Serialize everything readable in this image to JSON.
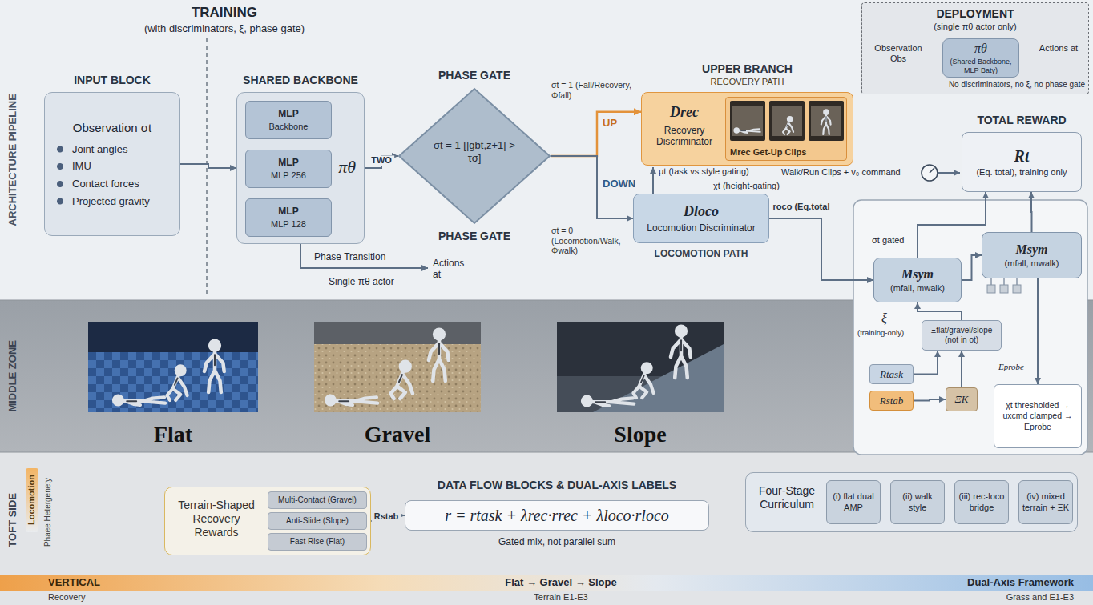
{
  "diagram": {
    "nodes": [
      {
        "text": [
          "INPUT BLOCK",
          "Observation σt",
          "Joint angles",
          "IMU",
          "Contact forces",
          "Projected gravity"
        ]
      },
      {
        "text": [
          "SHARED BACKBONE",
          "πθ"
        ]
      },
      {
        "text": [
          "MLP",
          "Backbone"
        ],
        "in": 1
      },
      {
        "text": [
          "MLP",
          "MLP 256"
        ],
        "in": 1
      },
      {
        "text": [
          "MLP",
          "MLP 128"
        ],
        "in": 1
      },
      {
        "text": [
          "PHASE GATE",
          "σt = 1 [|gbt,z+1| > τσ]",
          "PHASE GATE"
        ]
      },
      {
        "text": [
          "UPPER BRANCH",
          "RECOVERY PATH",
          "Drec",
          "Recovery Discriminator"
        ]
      },
      {
        "text": [
          "Mrec Get-Up Clips"
        ],
        "in": 6
      },
      {
        "text": [
          "Dloco",
          "Locomotion Discriminator",
          "LOCOMOTION PATH"
        ]
      },
      {
        "text": [
          "DEPLOYMENT",
          "(single πθ actor only)",
          "Observation Obs",
          "Actions at",
          "No discriminators, no ξ, no phase gate"
        ]
      },
      {
        "text": [
          "πθ",
          "(Shared Backbone, MLP Baty)"
        ],
        "in": 9
      },
      {
        "text": [
          "TOTAL REWARD",
          "Rt",
          "(Eq. total), training only"
        ]
      },
      {
        "text": [
          "Msym",
          "(mfall, mwalk)"
        ]
      },
      {
        "text": [
          "Msym",
          "(mfall, mwalk)"
        ]
      },
      {
        "text": [
          "Ξflat/gravel/slope (not in ot)"
        ]
      },
      {
        "text": [
          "Rtask"
        ]
      },
      {
        "text": [
          "Rstab"
        ]
      },
      {
        "text": [
          "ΞK"
        ]
      },
      {
        "text": [
          "χt thresholded → uxcmd clamped → Eprobe"
        ]
      },
      {
        "text": [
          "Flat"
        ]
      },
      {
        "text": [
          "Gravel"
        ]
      },
      {
        "text": [
          "Slope"
        ]
      },
      {
        "text": [
          "Terrain-Shaped Recovery Rewards"
        ]
      },
      {
        "text": [
          "Multi-Contact (Gravel)"
        ],
        "in": 22
      },
      {
        "text": [
          "Anti-Slide (Slope)"
        ],
        "in": 22
      },
      {
        "text": [
          "Fast Rise (Flat)"
        ],
        "in": 22
      },
      {
        "text": [
          "DATA FLOW BLOCKS & DUAL-AXIS LABELS",
          "r = rtask + λrec·rrec + λloco·rloco",
          "Gated mix, not parallel sum"
        ]
      },
      {
        "text": [
          "Four-Stage Curriculum"
        ]
      },
      {
        "text": [
          "(i) flat dual AMP"
        ],
        "in": 27
      },
      {
        "text": [
          "(ii) walk style"
        ],
        "in": 27
      },
      {
        "text": [
          "(iii) rec-loco bridge"
        ],
        "in": 27
      },
      {
        "text": [
          "(iv) mixed terrain + ΞK"
        ],
        "in": 27
      }
    ],
    "edges": [
      {
        "from": 0,
        "to": 1,
        "arrow": "to"
      },
      {
        "from": 1,
        "to": 5,
        "label": "TWO",
        "arrow": "to"
      },
      {
        "from": 5,
        "to": 6,
        "arrow": "to"
      },
      {
        "from": 5,
        "to": 8,
        "arrow": "to"
      },
      {
        "from": 8,
        "to": 12,
        "label": "roco (Eq.total",
        "arrow": "to"
      },
      {
        "from": 12,
        "to": 13,
        "arrow": "to"
      },
      {
        "from": 12,
        "to": 11,
        "arrow": "to"
      },
      {
        "from": 13,
        "to": 11,
        "arrow": "to"
      },
      {
        "from": 14,
        "to": 12,
        "arrow": "to"
      },
      {
        "from": 15,
        "to": 14,
        "arrow": "to"
      },
      {
        "from": 17,
        "to": 14,
        "arrow": "to"
      },
      {
        "from": 16,
        "to": 17,
        "arrow": "to"
      },
      {
        "from": 13,
        "to": 18,
        "arrow": "to"
      },
      {
        "from": 22,
        "to": 26,
        "label": "Rstab",
        "arrow": "to"
      },
      {
        "from": 28,
        "to": 29,
        "arrow": "to"
      },
      {
        "from": 29,
        "to": 30,
        "arrow": "to"
      },
      {
        "from": 30,
        "to": 31,
        "arrow": "to"
      }
    ],
    "labels": [
      "ARCHITECTURE PIPELINE",
      "TRAINING",
      "(with discriminators, ξ, phase gate)",
      "Phase Transition",
      "Actions at",
      "Single πθ actor",
      "UP",
      "σt = 1 (Fall/Recovery, Φfall)",
      "DOWN",
      "σt = 0 (Locomotion/Walk, Φwalk)",
      "μt (task vs style gating)",
      "χt (height-gating)",
      "Walk/Run Clips + v₀ command",
      "σt gated",
      "ξ",
      "(training-only)",
      "Eprobe",
      "MIDDLE ZONE",
      "TOFT SIDE",
      "Locomotion",
      "Phaee Hetergenety",
      "VERTICAL",
      "Recovery",
      "Flat → Gravel → Slope",
      "Terrain E1-E3",
      "Dual-Axis Framework",
      "Grass and E1-E3"
    ]
  }
}
